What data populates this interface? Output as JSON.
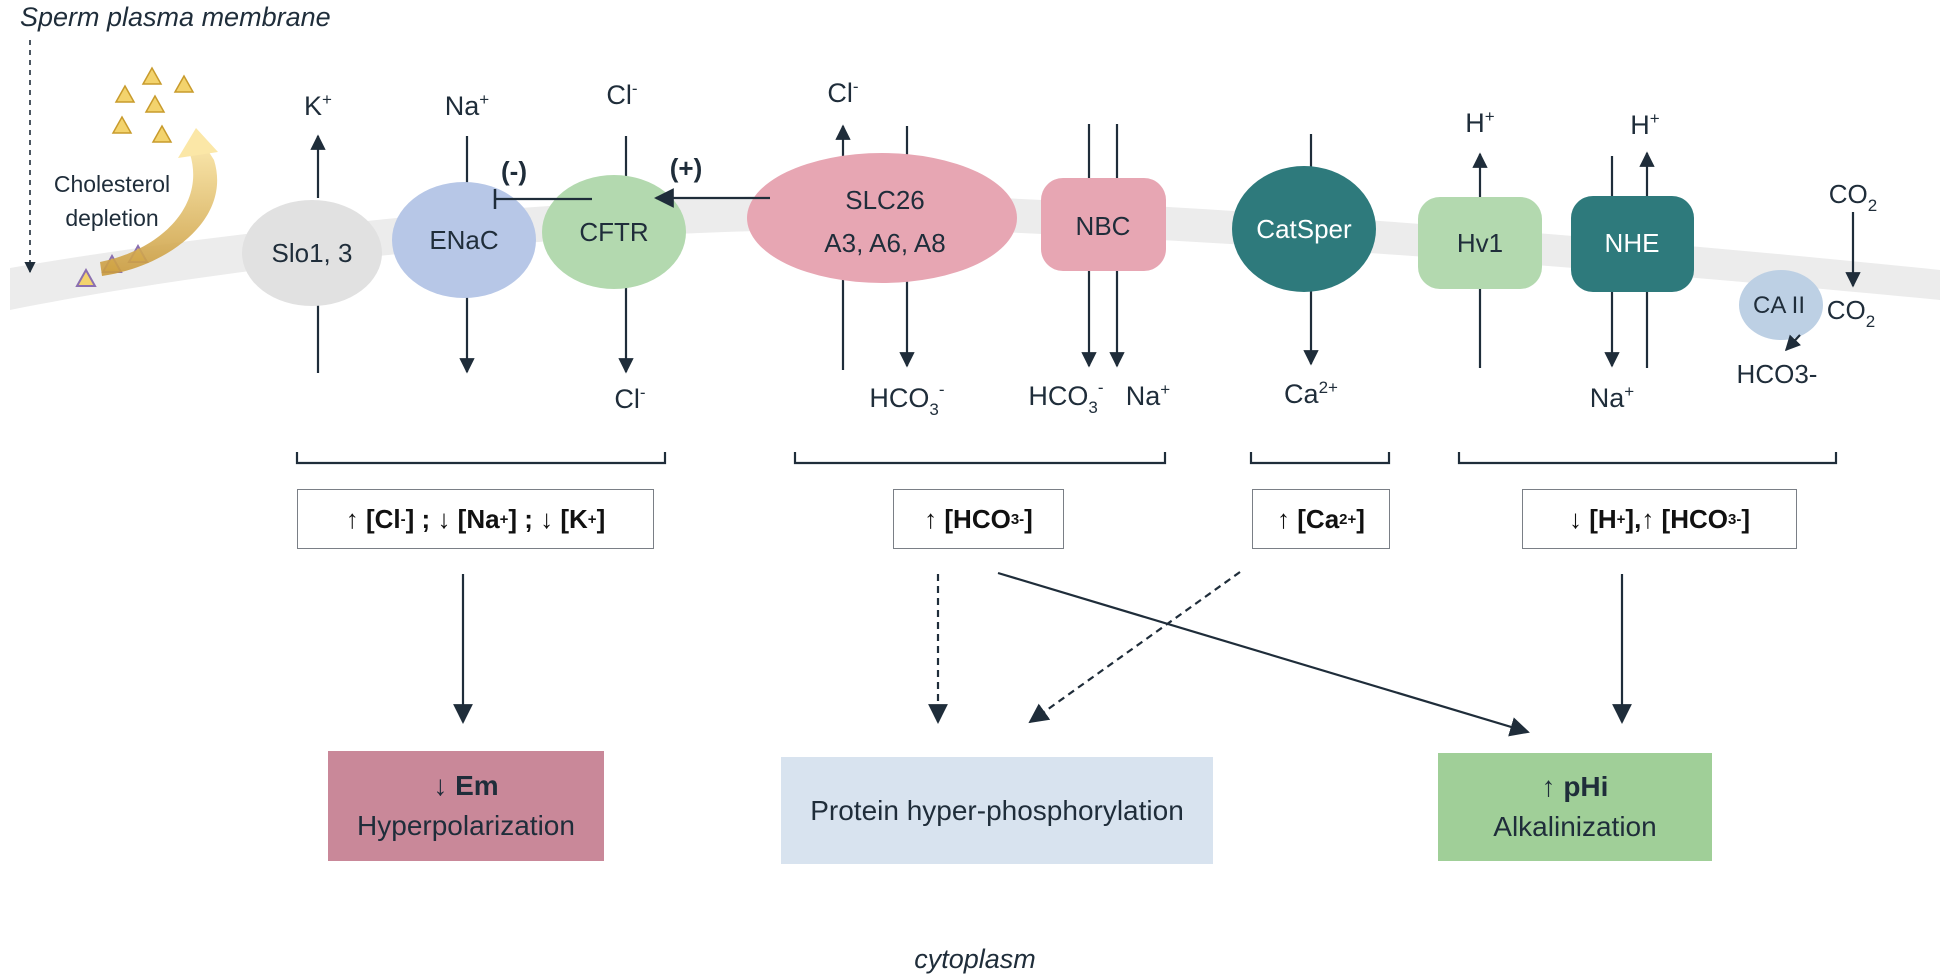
{
  "header": {
    "title": "Sperm plasma membrane",
    "cytoplasm": "cytoplasm"
  },
  "cholesterol": {
    "line1": "Cholesterol",
    "line2": "depletion"
  },
  "channels": {
    "slo": "Slo1, 3",
    "enac": "ENaC",
    "cftr": "CFTR",
    "slc26_line1": "SLC26",
    "slc26_line2": "A3, A6, A8",
    "nbc": "NBC",
    "catsper": "CatSper",
    "hv1": "Hv1",
    "nhe": "NHE",
    "ca2": "CA II"
  },
  "ions": {
    "k_top": "K",
    "k_sup": "+",
    "na_top": "Na",
    "na_sup": "+",
    "cl_top": "Cl",
    "cl_sup": "-",
    "cl_bot": "Cl",
    "cl_bot_sup": "-",
    "slc_cl": "Cl",
    "slc_cl_sup": "-",
    "hco3_slc": "HCO",
    "hco3_slc_sub": "3",
    "hco3_slc_sup": "-",
    "hco3_nbc": "HCO",
    "hco3_nbc_sub": "3",
    "hco3_nbc_sup": "-",
    "na_nbc": "Na",
    "na_nbc_sup": "+",
    "ca": "Ca",
    "ca_sup": "2+",
    "h_hv1": "H",
    "h_hv1_sup": "+",
    "h_nhe": "H",
    "h_nhe_sup": "+",
    "na_nhe": "Na",
    "na_nhe_sup": "+",
    "co2_top": "CO",
    "co2_top_sub": "2",
    "co2_right": "CO",
    "co2_right_sub": "2",
    "hco3_ca": "HCO3-"
  },
  "regulation": {
    "inhibit": "(-)",
    "activate": "(+)"
  },
  "effects": {
    "box1": {
      "a": "↑",
      "b": "[Cl",
      "c": "-",
      "d": "] ; ",
      "e": "↓",
      "f": "[Na",
      "g": "+",
      "h": "] ; ",
      "i": "↓",
      "j": "[K",
      "k": "+",
      "l": "]"
    },
    "box2": {
      "a": "↑",
      "b": "[HCO",
      "c": "3",
      "d": "-",
      "e": "]"
    },
    "box3": {
      "a": "↑",
      "b": "[Ca",
      "c": "2+",
      "d": "]"
    },
    "box4": {
      "a": "↓",
      "b": "[H",
      "c": "+",
      "d": "], ",
      "e": "↑",
      "f": "[HCO",
      "g": "3",
      "h": "-",
      "i": "]"
    }
  },
  "outcomes": {
    "em_arrow": "↓",
    "em_label": "Em",
    "em_desc": "Hyperpolarization",
    "protein": "Protein hyper-phosphorylation",
    "phi_arrow": "↑",
    "phi_label": "pHi",
    "phi_desc": "Alkalinization"
  },
  "colors": {
    "membrane": "#ebebeb",
    "slo": "#e0e0e0",
    "enac": "#b6c6e6",
    "cftr": "#b2d8ae",
    "slc26": "#e6a5b2",
    "nbc": "#e6a5b2",
    "catsper": "#2e7a7c",
    "hv1": "#b2d8ae",
    "nhe": "#2e7a7c",
    "ca2": "#bccee2",
    "em": "#c88798",
    "protein": "#d7e2ee",
    "phi": "#9fcf97",
    "ink": "#1f2d3a",
    "triangle": "#f3d36d",
    "triangle_purple": "#8b6fb0",
    "cholesterol_arrow": "#e8c06a"
  }
}
